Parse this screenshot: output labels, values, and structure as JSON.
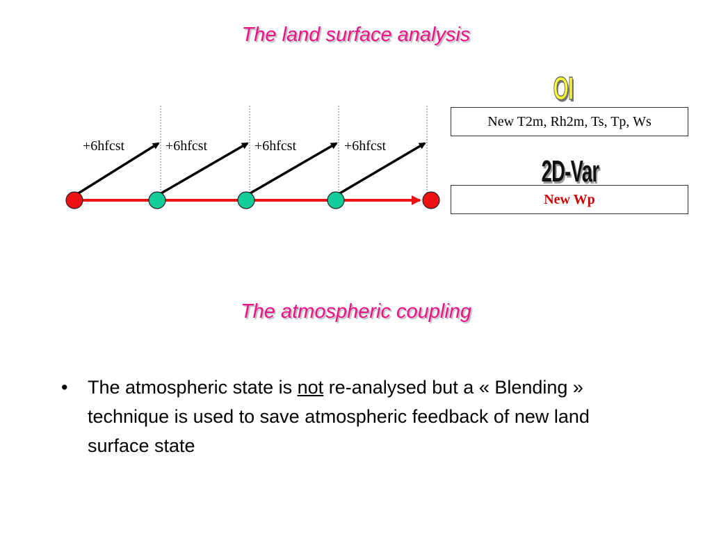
{
  "titles": {
    "main": "The land surface analysis",
    "section": "The atmospheric coupling"
  },
  "methods": {
    "oi": {
      "label": "OI",
      "output": "New T2m, Rh2m, Ts, Tp, Ws"
    },
    "var": {
      "label": "2D-Var",
      "output": "New Wp"
    }
  },
  "forecast_steps": [
    "+6hfcst",
    "+6hfcst",
    "+6hfcst",
    "+6hfcst"
  ],
  "timeline": {
    "node_colors": [
      "#ee1111",
      "#11cc99",
      "#11cc99",
      "#11cc99",
      "#ee1111"
    ],
    "axis_color": "#ee1111"
  },
  "bullet": {
    "mark": "•",
    "before": "The atmospheric state is ",
    "emphasis": "not",
    "after": " re-analysed but a « Blending » technique is used to save atmospheric feedback of new land surface state"
  }
}
